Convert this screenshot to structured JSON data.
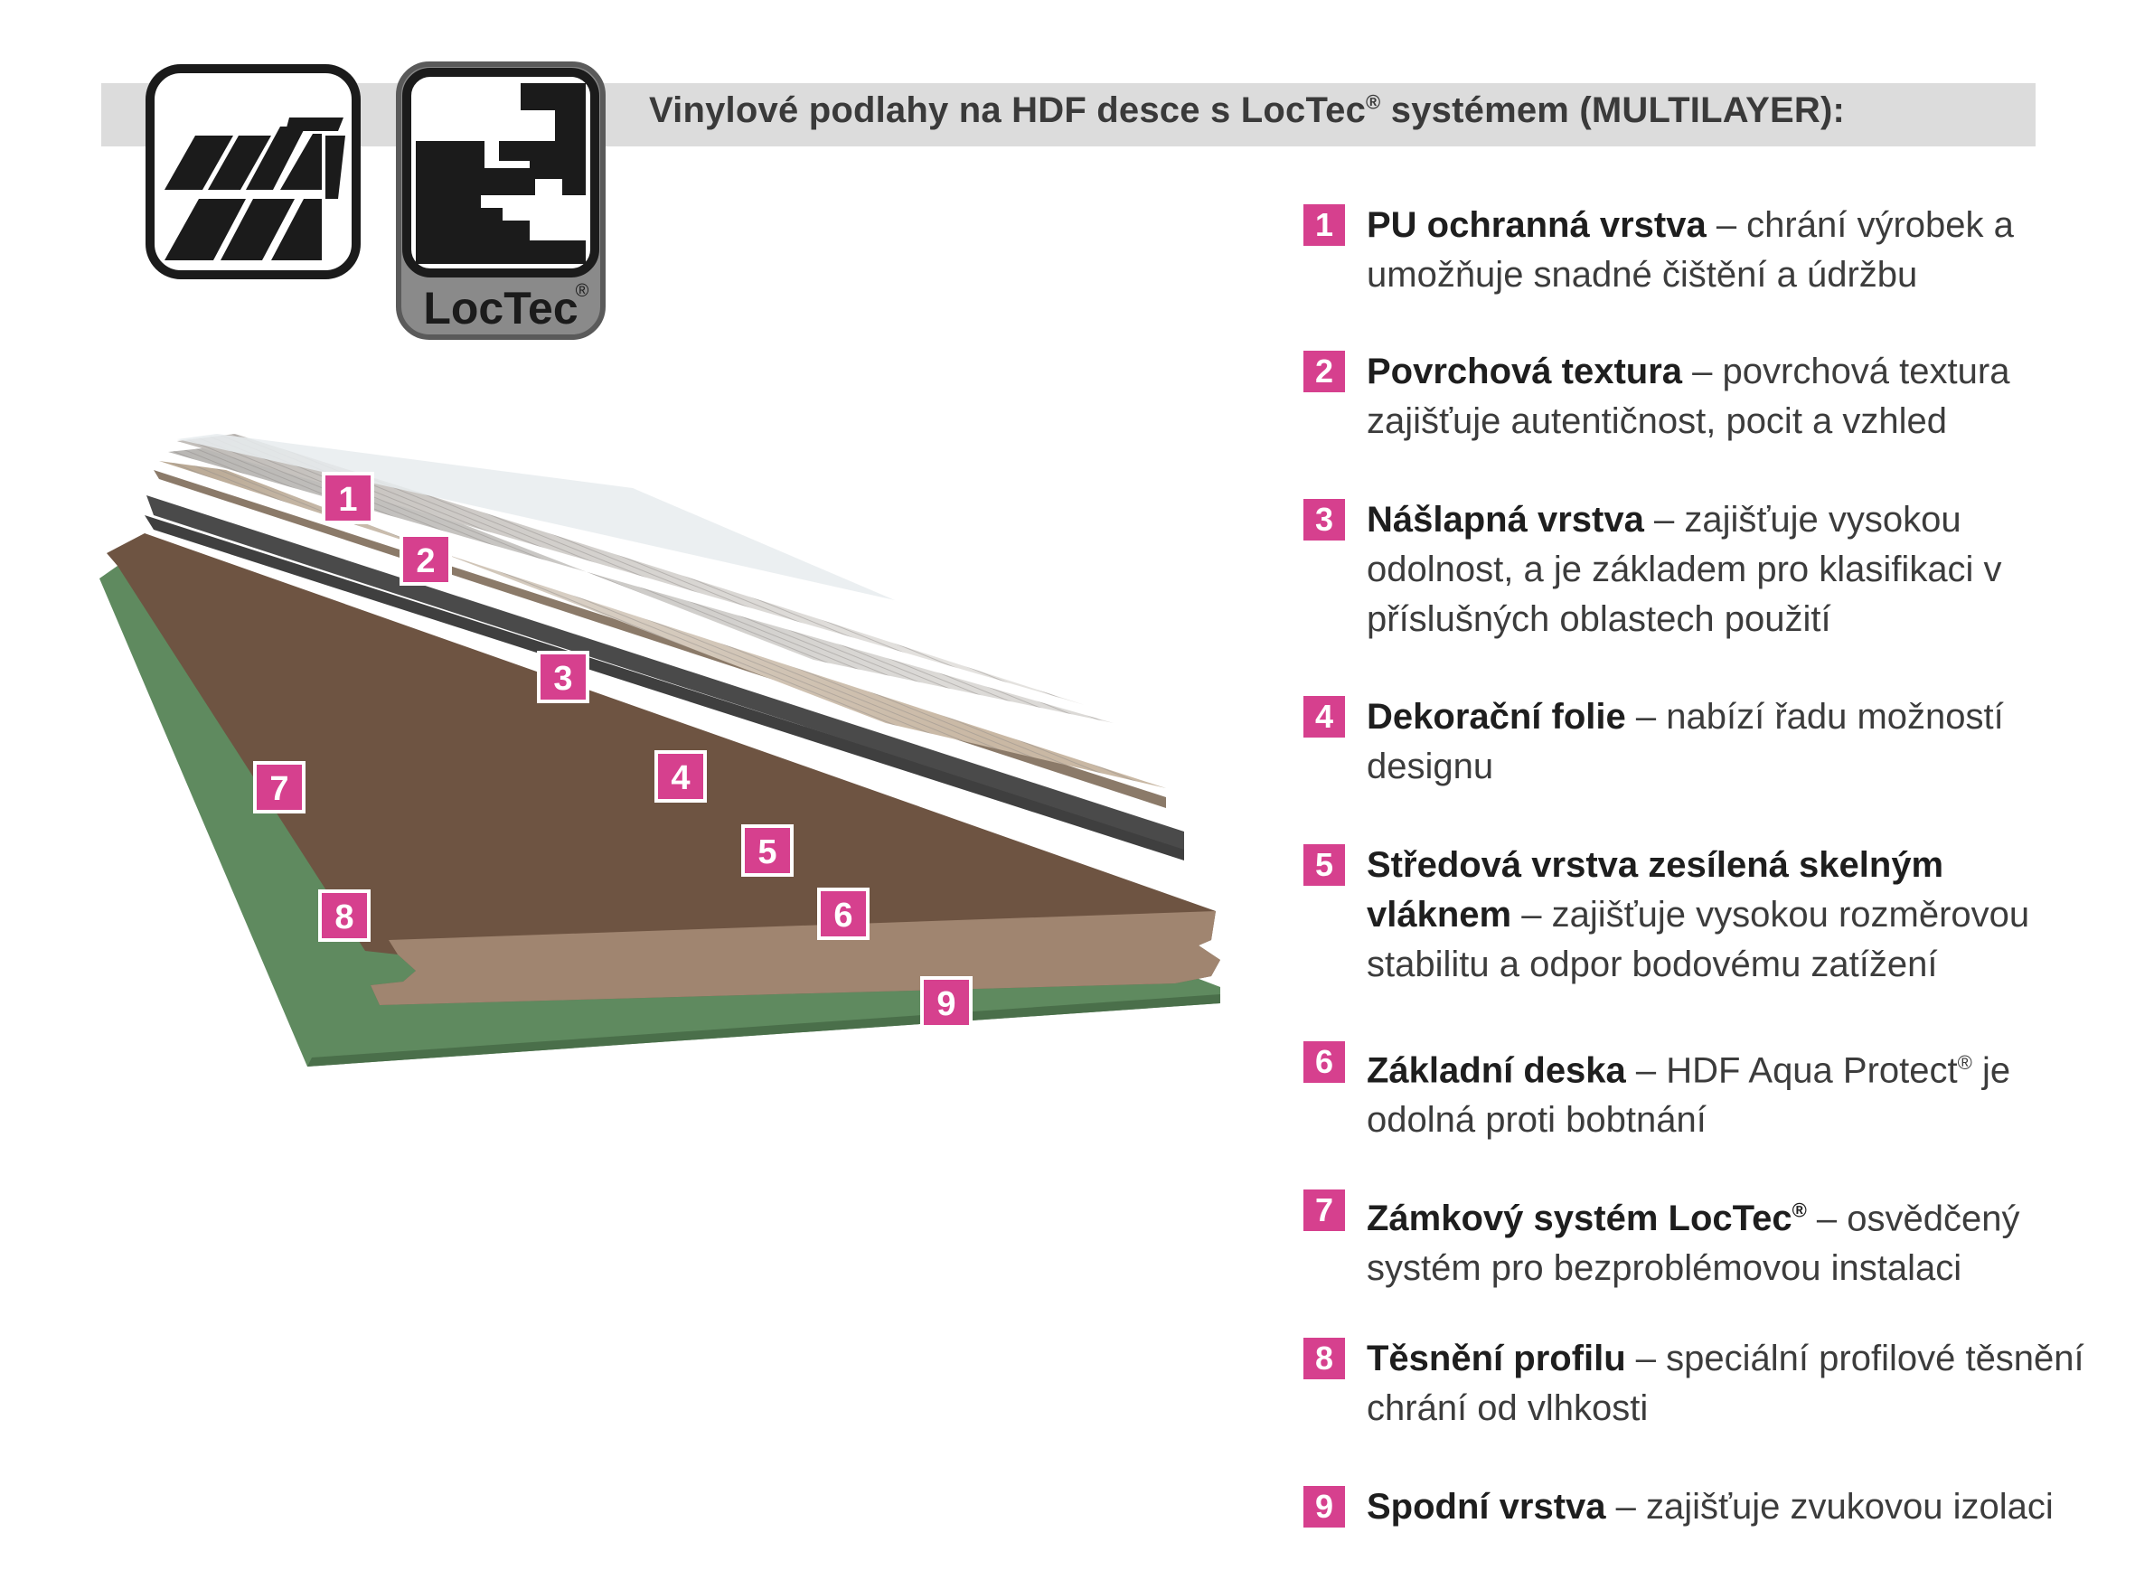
{
  "header": {
    "title": "Vinylové podlahy na HDF desce s LocTec",
    "title_reg": "®",
    "title_suffix": " systémem (MULTILAYER):"
  },
  "icons": {
    "laying_icon": "vinyl-plank-laying-icon",
    "loctec_icon": "loctec-joint-icon",
    "loctec_label": "LocTec",
    "loctec_reg": "®"
  },
  "colors": {
    "accent": "#d6408e",
    "header_band": "#dcdcdc",
    "underlay": "#5f8a5f",
    "hdf_core": "#7a5f4a",
    "stabilizer": "#4a4a4a"
  },
  "markers": [
    "1",
    "2",
    "3",
    "4",
    "5",
    "6",
    "7",
    "8",
    "9"
  ],
  "legend": [
    {
      "num": "1",
      "term": "PU ochranná vrstva",
      "desc": " – chrání výrobek a umožňuje snadné čištění a údržbu"
    },
    {
      "num": "2",
      "term": "Povrchová textura",
      "desc": " – povrchová textura zajišťuje autentičnost, pocit a vzhled"
    },
    {
      "num": "3",
      "term": "Nášlapná vrstva",
      "desc": " – zajišťuje vysokou odolnost, a je základem pro klasifikaci v příslušných oblastech použití"
    },
    {
      "num": "4",
      "term": "Dekorační folie",
      "desc": " – nabízí řadu možností designu"
    },
    {
      "num": "5",
      "term": "Středová vrstva zesílená skelným vláknem",
      "desc": " – zajišťuje vysokou rozměrovou stabilitu a odpor bodovému zatížení"
    },
    {
      "num": "6",
      "term": "Základní deska",
      "desc": " – HDF Aqua Protect",
      "reg": "®",
      "desc2": " je odolná proti bobtnání"
    },
    {
      "num": "7",
      "term": "Zámkový systém LocTec",
      "term_reg": "®",
      "desc": " – osvědčený systém pro bezproblémovou instalaci"
    },
    {
      "num": "8",
      "term": "Těsnění profilu",
      "desc": " – speciální profilové těsnění chrání od vlhkosti"
    },
    {
      "num": "9",
      "term": "Spodní vrstva",
      "desc": " – zajišťuje zvukovou izolaci"
    }
  ]
}
